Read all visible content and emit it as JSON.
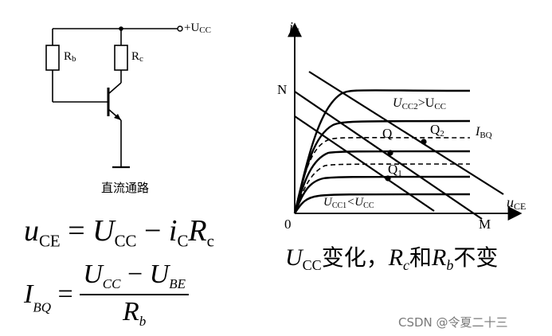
{
  "circuit": {
    "supply_label": "+U",
    "supply_sub": "CC",
    "rb_label": "R",
    "rb_sub": "b",
    "rc_label": "R",
    "rc_sub": "c",
    "caption": "直流通路"
  },
  "graph": {
    "y_axis_label": "i",
    "y_axis_sub": "C",
    "x_axis_label": "u",
    "x_axis_sub": "CE",
    "origin_label": "0",
    "n_label": "N",
    "m_label": "M",
    "q_label": "Q",
    "q2_label": "Q",
    "q2_sub": "2",
    "q1_label": "Q",
    "q1_sub": "1",
    "ibq_label": "I",
    "ibq_sub": "BQ",
    "ucc2_label": "U",
    "ucc2_sub": "CC2",
    "ucc2_rel": ">U",
    "ucc2_rel_sub": "CC",
    "ucc1_label": "U",
    "ucc1_sub": "CC1",
    "ucc1_rel": "<U",
    "ucc1_rel_sub": "CC"
  },
  "formula1": {
    "lhs": "u",
    "lhs_sub": "CE",
    "eq": " = ",
    "t1": "U",
    "t1_sub": "CC",
    "minus": " − ",
    "t2": "i",
    "t2_sub": "C",
    "t3": "R",
    "t3_sub": "c"
  },
  "formula2": {
    "lhs": "I",
    "lhs_sub": "BQ",
    "eq": " = ",
    "num1": "U",
    "num1_sub": "CC",
    "minus": " − ",
    "num2": "U",
    "num2_sub": "BE",
    "den": "R",
    "den_sub": "b"
  },
  "note": {
    "u": "U",
    "u_sub": "CC",
    "text1": "变化，",
    "rc": "R",
    "rc_sub": "c",
    "text2": "和",
    "rb": "R",
    "rb_sub": "b",
    "text3": "不变"
  },
  "watermark": "CSDN @令夏二十三"
}
